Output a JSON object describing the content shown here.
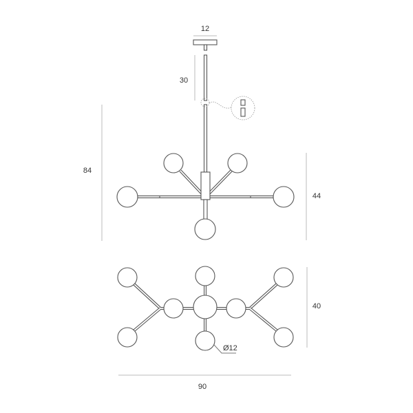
{
  "dimensions": {
    "canopy_width": "12",
    "cable_length": "30",
    "total_height": "84",
    "body_height": "44",
    "top_depth": "40",
    "total_width": "90",
    "globe_diameter": "Ø12"
  },
  "colors": {
    "line": "#555555",
    "dimension": "#bbbbbb"
  }
}
